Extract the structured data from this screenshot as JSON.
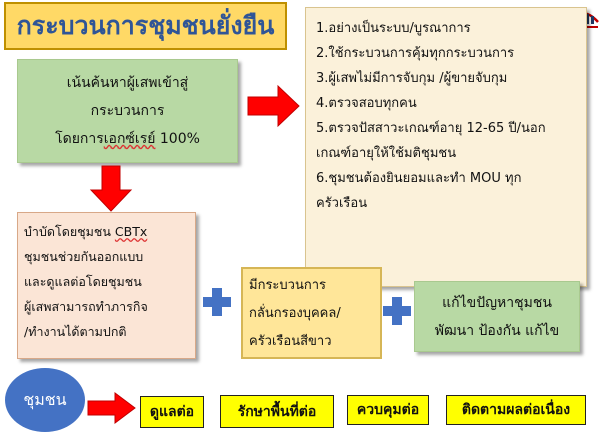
{
  "title": "กระบวนการชุมชนยั่งยืน",
  "search_box": {
    "line1": "เน้นค้นหาผู้เสพเข้าสู่",
    "line2": "กระบวนการ",
    "line3_prefix": "โดยการ",
    "line3_underlined": "เอกซ์เรย์",
    "line3_suffix": " 100%"
  },
  "criteria": [
    "1.อย่างเป็นระบบ/บูรณาการ",
    "2.ใช้กระบวนการคุ้มทุกกระบวนการ",
    "3.ผู้เสพไม่มีการจับกุม /ผู้ขายจับกุม",
    "4.ตรวจสอบทุกคน",
    "5.ตรวจปัสสาวะเกณฑ์อายุ 12-65 ปี/นอก",
    "เกณฑ์อายุให้ใช้มติชุมชน",
    "6.ชุมชนต้องยินยอมและทำ MOU ทุก",
    "ครัวเรือน"
  ],
  "treatment": {
    "line1_prefix": "บำบัดโดยชุมชน ",
    "line1_underlined": "CBTx",
    "lines": [
      "ชุมชนช่วยกันออกแบบ",
      "และดูแลต่อโดยชุมชน",
      "ผู้เสพสามารถทำภารกิจ",
      "/ทำงานได้ตามปกติ"
    ]
  },
  "screening": [
    "มีกระบวนการ",
    "กลั่นกรองบุคคล/",
    "ครัวเรือนสีขาว"
  ],
  "solve": [
    "แก้ไขปัญหาชุมชน",
    "พัฒนา ป้องกัน แก้ไข"
  ],
  "community": "ชุมชน",
  "actions": [
    "ดูแลต่อ",
    "รักษาพื้นที่ต่อ",
    "ควบคุมต่อ",
    "ติดตามผลต่อเนื่อง"
  ],
  "colors": {
    "title_fill": "#FFD966",
    "title_text": "#2F5597",
    "green_box": "#B8D9A4",
    "criteria_box": "#FBF1DA",
    "treatment_box": "#FBE5D6",
    "screening_box": "#FFE699",
    "arrow_red": "#FF0000",
    "plus_blue": "#4472C4",
    "action_yellow": "#FFFF00"
  },
  "icons": [
    "arrow-right-icon",
    "arrow-down-icon",
    "plus-icon",
    "org-logo-icon"
  ]
}
